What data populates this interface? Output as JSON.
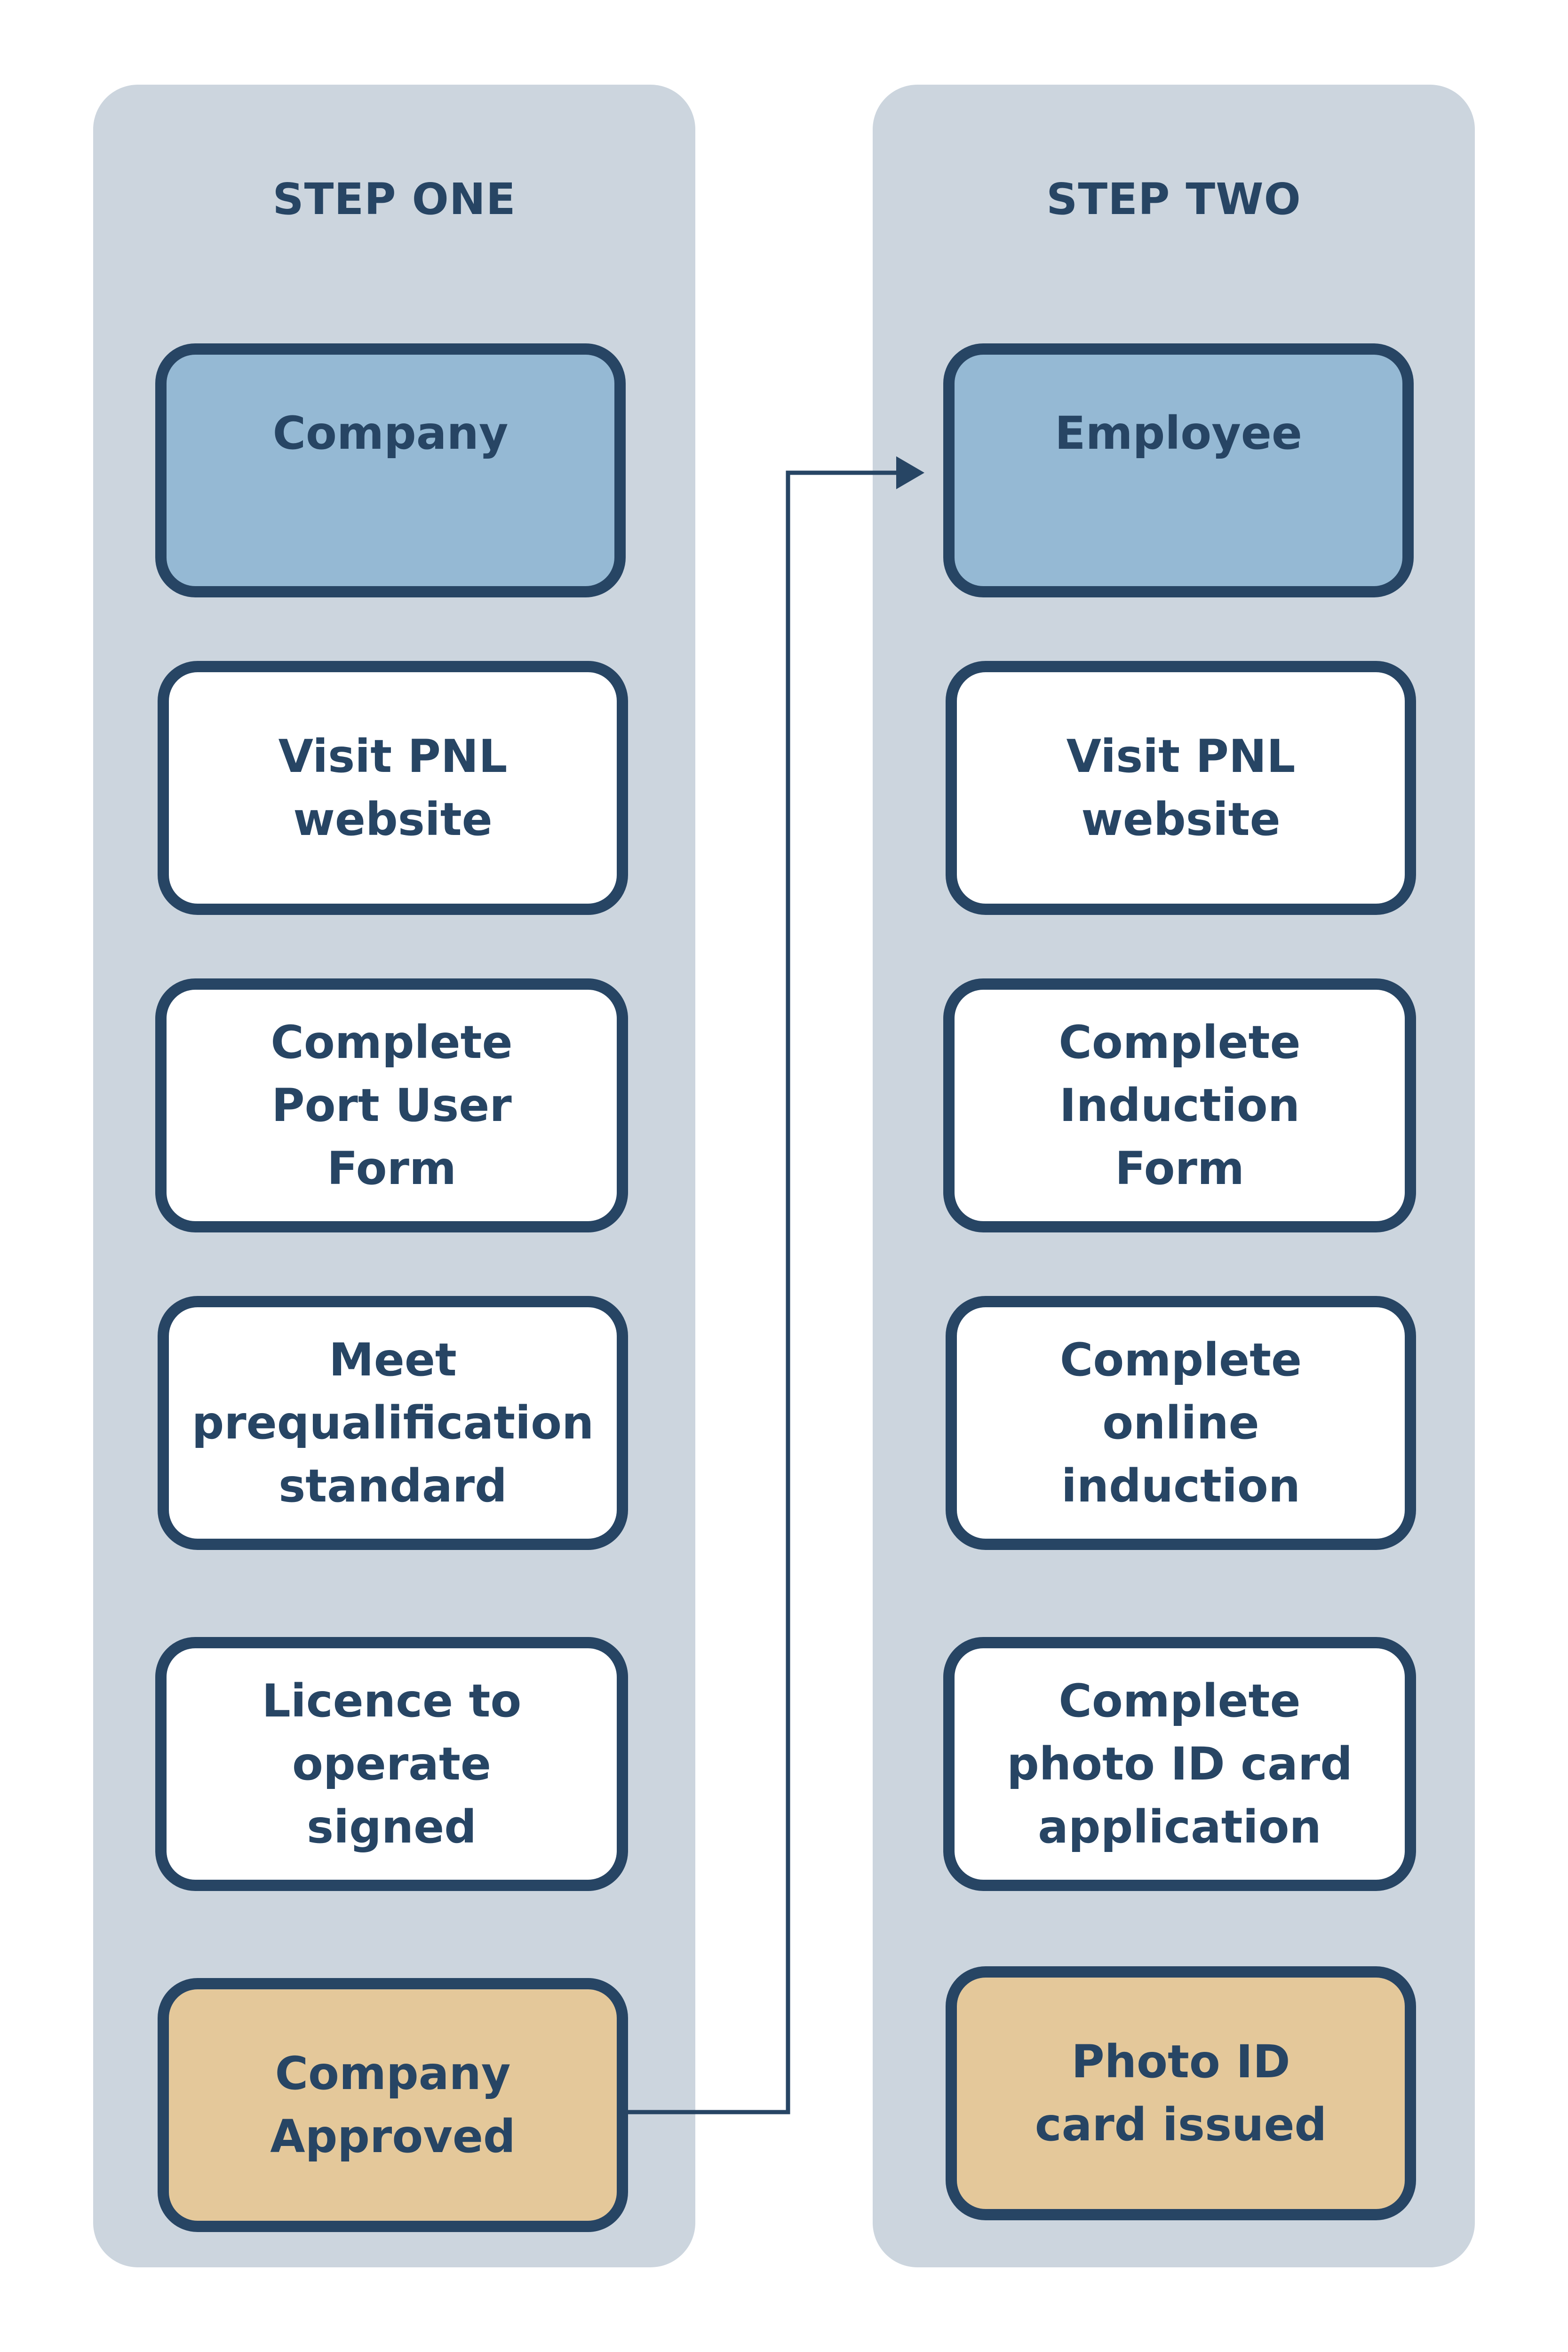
{
  "columns": [
    {
      "title": "STEP ONE",
      "entity": "Company",
      "steps": [
        "Visit PNL\nwebsite",
        "Complete\nPort User\nForm",
        "Meet\nprequalification\nstandard",
        "Licence to\noperate\nsigned"
      ],
      "outcome": "Company\nApproved"
    },
    {
      "title": "STEP TWO",
      "entity": "Employee",
      "steps": [
        "Visit PNL\nwebsite",
        "Complete\nInduction\nForm",
        "Complete\nonline\ninduction",
        "Complete\nphoto ID card\napplication"
      ],
      "outcome": "Photo ID\ncard issued"
    }
  ],
  "colors": {
    "panel": "#ccd5de",
    "navy": "#274564",
    "entity_fill": "#95b9d4",
    "outcome_fill": "#e4c89a",
    "step_fill": "#ffffff"
  }
}
